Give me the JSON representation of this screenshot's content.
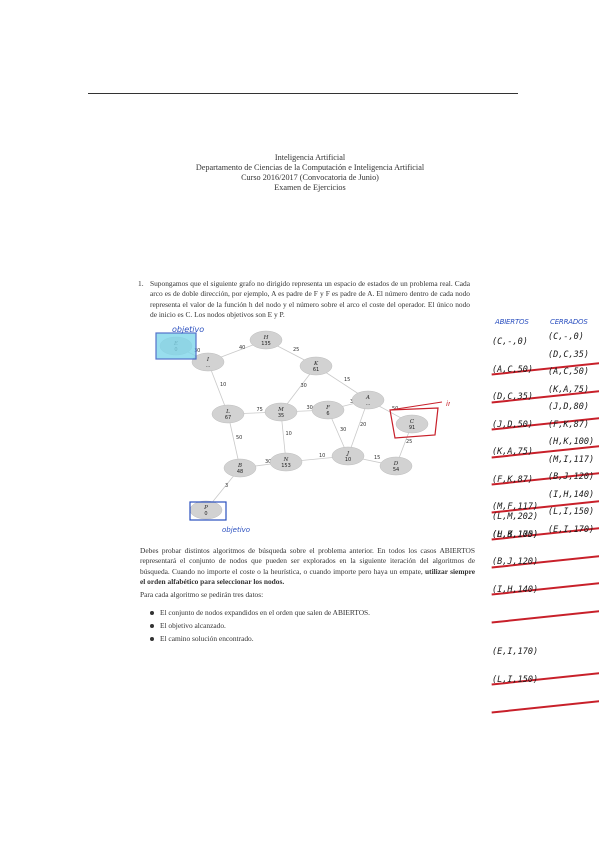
{
  "header": {
    "line1": "Inteligencia Artificial",
    "line2": "Departamento de Ciencias de la Computación e Inteligencia Artificial",
    "line3": "Curso 2016/2017 (Convocatoria de Junio)",
    "line4": "Examen de Ejercicios"
  },
  "question": {
    "number": "1.",
    "text": "Supongamos que el siguiente grafo no dirigido representa un espacio de estados de un problema real. Cada arco es de doble dirección, por ejemplo, A es padre de F y F es padre de A. El número dentro de cada nodo representa el valor de la función h del nodo y el número sobre el arco el coste del operador. El único nodo de inicio es C. Los nodos objetivos son E y P."
  },
  "graph": {
    "nodes": [
      {
        "id": "E",
        "h": "0"
      },
      {
        "id": "H",
        "h": "135"
      },
      {
        "id": "I",
        "h": "..."
      },
      {
        "id": "K",
        "h": "61"
      },
      {
        "id": "A",
        "h": "..."
      },
      {
        "id": "L",
        "h": "67"
      },
      {
        "id": "M",
        "h": "35"
      },
      {
        "id": "F",
        "h": "6"
      },
      {
        "id": "C",
        "h": "91"
      },
      {
        "id": "B",
        "h": "48"
      },
      {
        "id": "N",
        "h": "153"
      },
      {
        "id": "J",
        "h": "10"
      },
      {
        "id": "D",
        "h": "54"
      },
      {
        "id": "P",
        "h": "0"
      }
    ],
    "edges": [
      {
        "a": "E",
        "b": "I",
        "c": "30"
      },
      {
        "a": "I",
        "b": "H",
        "c": "40"
      },
      {
        "a": "H",
        "b": "K",
        "c": "25"
      },
      {
        "a": "I",
        "b": "L",
        "c": "10"
      },
      {
        "a": "K",
        "b": "M",
        "c": "30"
      },
      {
        "a": "K",
        "b": "A",
        "c": "15"
      },
      {
        "a": "L",
        "b": "M",
        "c": "75"
      },
      {
        "a": "M",
        "b": "F",
        "c": "30"
      },
      {
        "a": "F",
        "b": "A",
        "c": "30"
      },
      {
        "a": "A",
        "b": "C",
        "c": "50"
      },
      {
        "a": "L",
        "b": "B",
        "c": "50"
      },
      {
        "a": "M",
        "b": "N",
        "c": "10"
      },
      {
        "a": "F",
        "b": "J",
        "c": "30"
      },
      {
        "a": "A",
        "b": "J",
        "c": "20"
      },
      {
        "a": "B",
        "b": "N",
        "c": "30"
      },
      {
        "a": "N",
        "b": "J",
        "c": "10"
      },
      {
        "a": "J",
        "b": "D",
        "c": "15"
      },
      {
        "a": "C",
        "b": "D",
        "c": "25"
      },
      {
        "a": "B",
        "b": "P",
        "c": "3"
      }
    ],
    "annot_objetivo_top": "objetivo",
    "annot_inicio": "inicio",
    "annot_objetivo_bottom": "objetivo"
  },
  "body": {
    "para1": "Debes probar distintos algoritmos de búsqueda sobre el problema anterior. En todos los casos ABIERTOS representará el conjunto de nodos que pueden ser explorados en la siguiente iteración del algoritmos de búsqueda. Cuando no importe el coste o la heurística, o cuando importe pero haya un empate,",
    "para1_bold": "utilizar siempre el orden alfabético para seleccionar los nodos.",
    "para2": "Para cada algoritmo se pedirán tres datos:",
    "bullets": [
      "El conjunto de nodos expandidos en el orden que salen de ABIERTOS.",
      "El objetivo alcanzado.",
      "El camino solución encontrado."
    ]
  },
  "notes": {
    "abiertos_title": "ABIERTOS",
    "cerrados_title": "CERRADOS",
    "abiertos": [
      "(C,-,0)",
      "(A,C,50)",
      "(D,C,35)",
      "(J,D,50)",
      "(K,A,75)",
      "(F,K,87)",
      "(M,F,117)",
      "(H,K,100)",
      "(B,J,120)",
      "(I,H,140)",
      "(L,M,202)",
      "(L,B,175)",
      "(E,I,170)",
      "(L,I,150)"
    ],
    "cerrados": [
      "(C,-,0)",
      "(D,C,35)",
      "(A,C,50)",
      "(K,A,75)",
      "(J,D,80)",
      "(F,K,87)",
      "(H,K,100)",
      "(M,I,117)",
      "(B,J,120)",
      "(I,H,140)",
      "(L,I,150)",
      "(E,I,170)"
    ]
  }
}
